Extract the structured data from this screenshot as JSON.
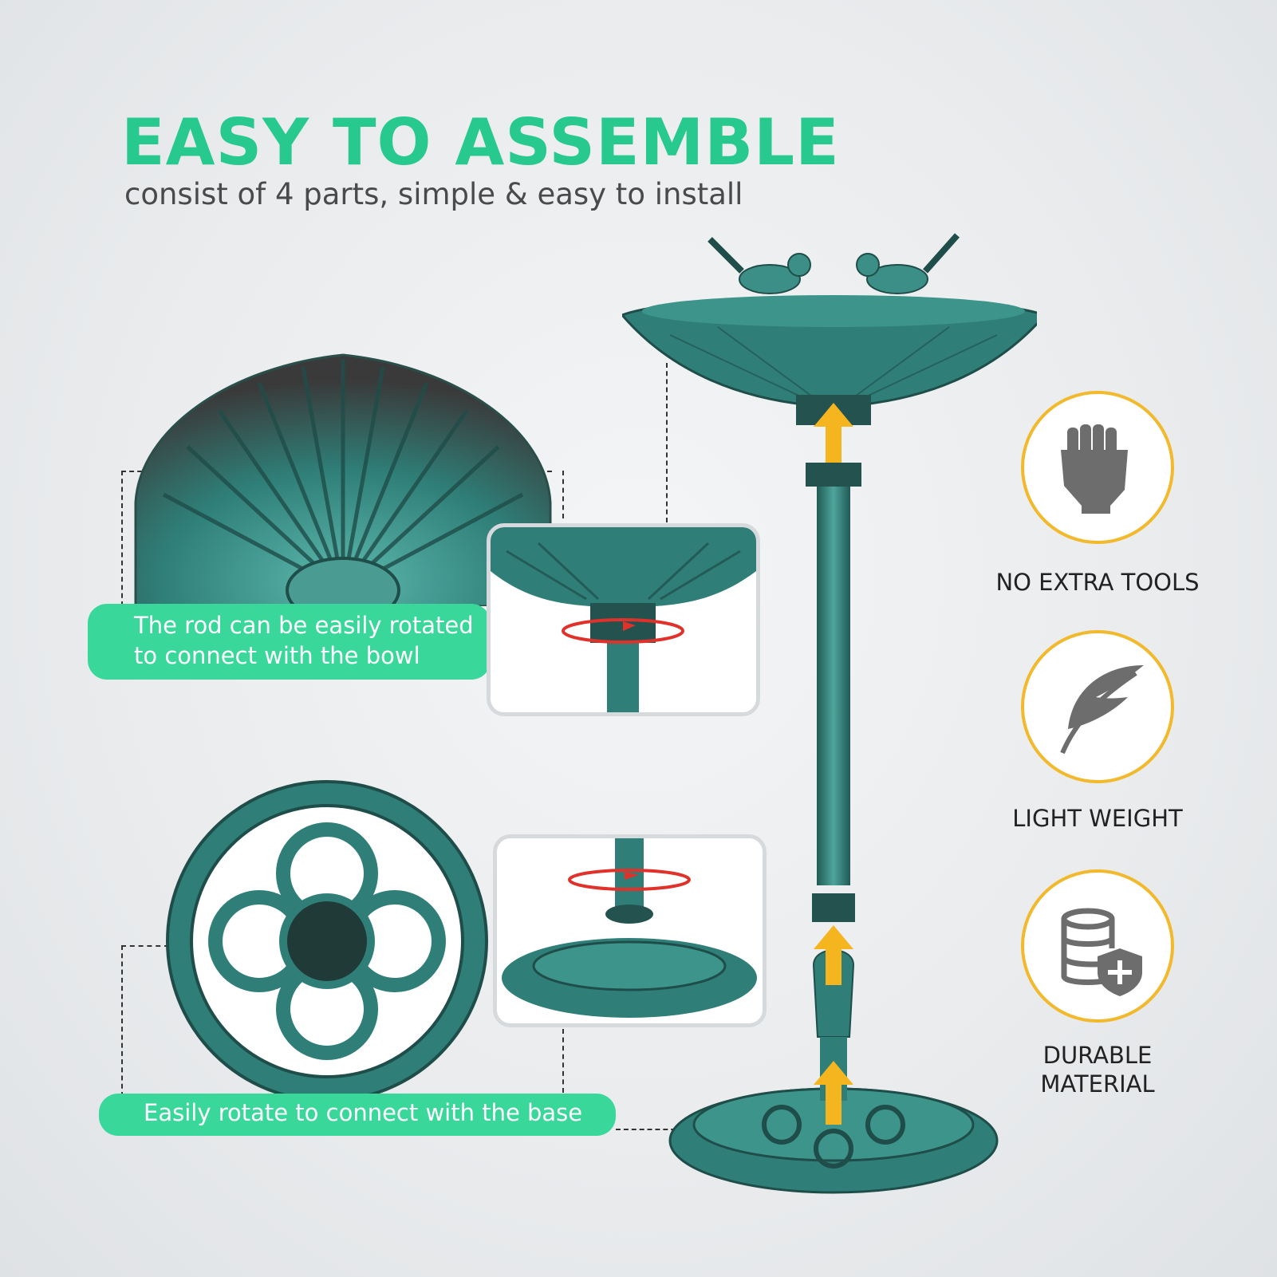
{
  "header": {
    "title": "EASY TO ASSEMBLE",
    "subtitle": "consist of 4 parts, simple & easy to install"
  },
  "callouts": {
    "rod_bowl": [
      "The rod can be easily rotated",
      "to connect with the bowl"
    ],
    "base": "Easily rotate to connect with the base"
  },
  "features": [
    {
      "label": "NO EXTRA TOOLS",
      "icon": "fist-icon"
    },
    {
      "label": "LIGHT WEIGHT",
      "icon": "feather-icon"
    },
    {
      "label_lines": [
        "DURABLE",
        "MATERIAL"
      ],
      "icon": "database-shield-icon"
    }
  ],
  "colors": {
    "accent_green": "#27c98f",
    "pill_green": "#3ad79b",
    "verdigris": "#2f7f78",
    "arrow_orange": "#f5b51f",
    "feature_ring": "#f1b92b",
    "rotate_red": "#e0312b"
  }
}
